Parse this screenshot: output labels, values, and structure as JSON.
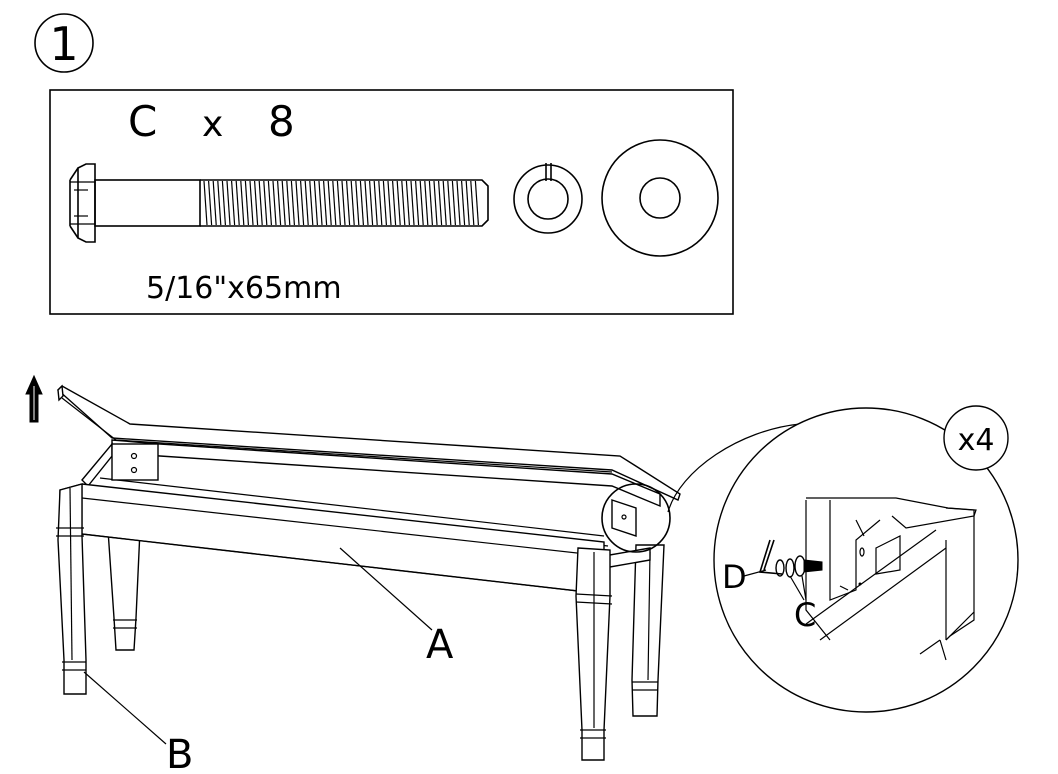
{
  "step": {
    "number": "1"
  },
  "hardware": {
    "part_label": "C",
    "multiply_sign": "x",
    "quantity": "8",
    "bolt_size": "5/16\"x65mm"
  },
  "assembly": {
    "repeat_label": "x4",
    "callouts": {
      "seat": "A",
      "leg": "B",
      "bolt": "C",
      "allen_key": "D"
    }
  },
  "icons": [
    "up-arrow-icon",
    "bolt-icon",
    "lock-washer-icon",
    "flat-washer-icon",
    "allen-key-icon"
  ],
  "colors": {
    "line": "#000000",
    "background": "#ffffff"
  }
}
